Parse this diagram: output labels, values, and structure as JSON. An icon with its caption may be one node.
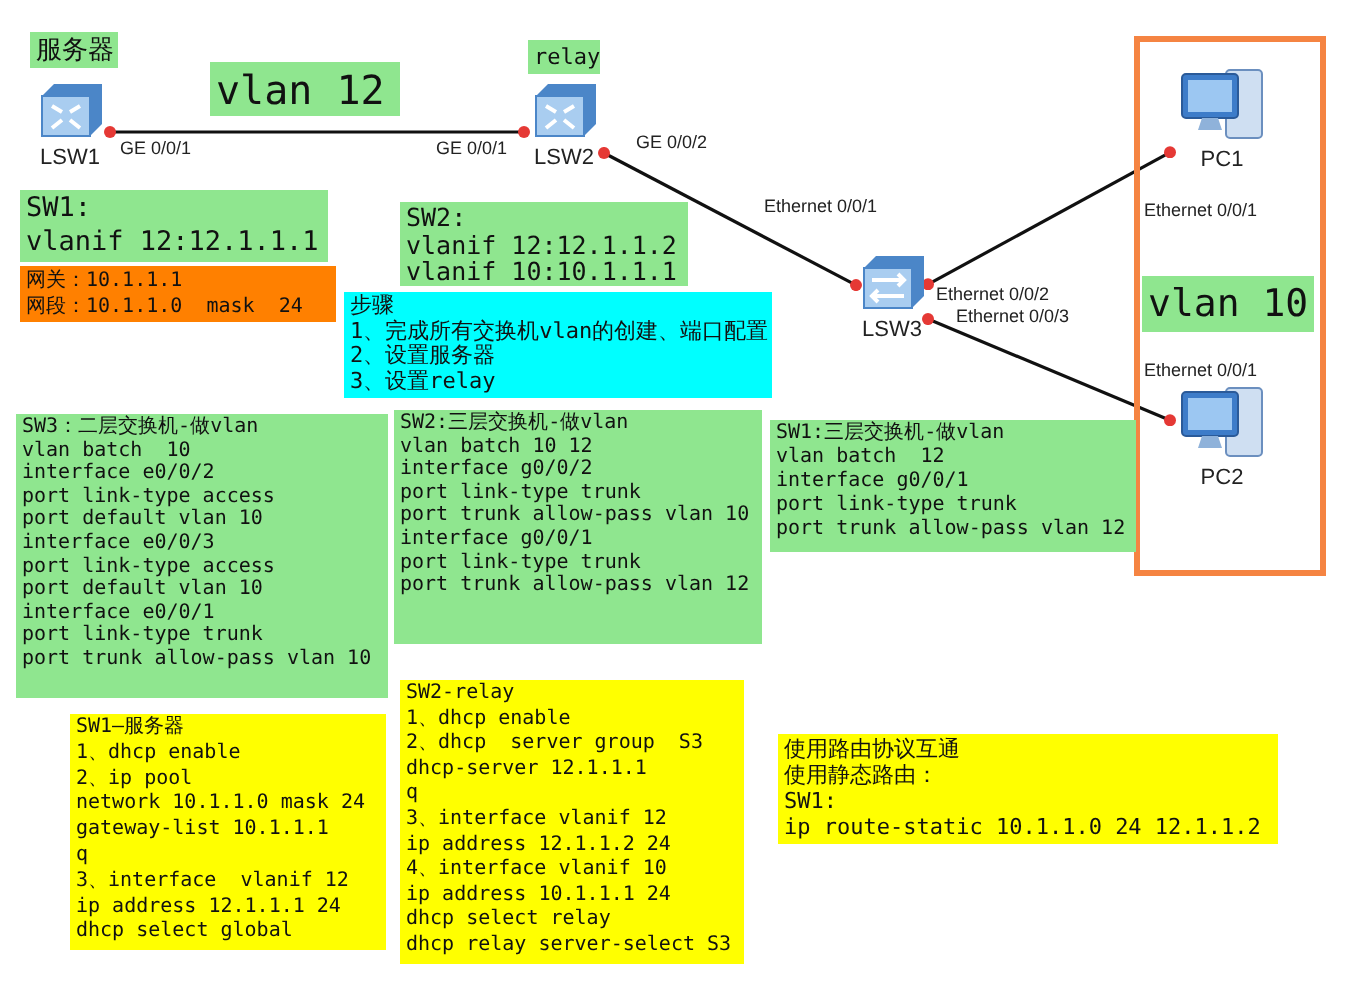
{
  "diagram": {
    "nodes": [
      {
        "text": [
          "服务器"
        ]
      },
      {
        "text": [
          "LSW1"
        ]
      },
      {
        "text": [
          "vlan 12"
        ]
      },
      {
        "text": [
          "relay"
        ]
      },
      {
        "text": [
          "LSW2"
        ]
      },
      {
        "text": [],
        "shape": "box"
      },
      {
        "text": [
          "PC1"
        ],
        "in": 5
      },
      {
        "text": [
          "vlan 10"
        ],
        "in": 5
      },
      {
        "text": [
          "PC2"
        ],
        "in": 5
      },
      {
        "text": [
          "SW1:",
          "vlanif 12:12.1.1.1"
        ]
      },
      {
        "text": [
          "SW2:",
          "vlanif 12:12.1.1.2",
          "vlanif 10:10.1.1.1"
        ]
      },
      {
        "text": [
          "LSW3"
        ]
      },
      {
        "text": [
          "网关：10.1.1.1",
          "网段：10.1.1.0  mask  24"
        ]
      },
      {
        "text": [
          "步骤",
          "1、完成所有交换机vlan的创建、端口配置",
          "2、设置服务器",
          "3、设置relay"
        ]
      },
      {
        "text": [
          "SW3：二层交换机-做vlan",
          "vlan batch  10",
          "interface e0/0/2",
          "port link-type access",
          "port default vlan 10",
          "interface e0/0/3",
          "port link-type access",
          "port default vlan 10",
          "interface e0/0/1",
          "port link-type trunk",
          "port trunk allow-pass vlan 10"
        ]
      },
      {
        "text": [
          "SW2:三层交换机-做vlan",
          "vlan batch 10 12",
          "interface g0/0/2",
          "port link-type trunk",
          "port trunk allow-pass vlan 10",
          "interface g0/0/1",
          "port link-type trunk",
          "port trunk allow-pass vlan 12"
        ]
      },
      {
        "text": [
          "SW1:三层交换机-做vlan",
          "vlan batch  12",
          "interface g0/0/1",
          "port link-type trunk",
          "port trunk allow-pass vlan 12"
        ]
      },
      {
        "text": [
          "SW1—服务器",
          "1、dhcp enable",
          "2、ip pool",
          "network 10.1.1.0 mask 24",
          "gateway-list 10.1.1.1",
          "q",
          "3、interface  vlanif 12",
          "ip address 12.1.1.1 24",
          "dhcp select global"
        ]
      },
      {
        "text": [
          "SW2-relay",
          "1、dhcp enable",
          "2、dhcp  server group  S3",
          "dhcp-server 12.1.1.1",
          "q",
          "3、interface vlanif 12",
          "ip address 12.1.1.2 24",
          "4、interface vlanif 10",
          "ip address 10.1.1.1 24",
          "dhcp select relay",
          "dhcp relay server-select S3"
        ]
      },
      {
        "text": [
          "使用路由协议互通",
          "使用静态路由：",
          "SW1:",
          "ip route-static 10.1.1.0 24 12.1.1.2"
        ]
      }
    ],
    "edges": [
      {
        "from": 1,
        "to": 4,
        "arrow": "other"
      },
      {
        "from": 4,
        "to": 11,
        "arrow": "other"
      },
      {
        "from": 11,
        "to": 6,
        "arrow": "other"
      },
      {
        "from": 11,
        "to": 8,
        "arrow": "other"
      }
    ],
    "labels": [
      "GE 0/0/1",
      "GE 0/0/1",
      "GE 0/0/2",
      "Ethernet 0/0/1",
      "Ethernet 0/0/1",
      "Ethernet 0/0/2",
      "Ethernet 0/0/3",
      "Ethernet 0/0/1"
    ]
  }
}
